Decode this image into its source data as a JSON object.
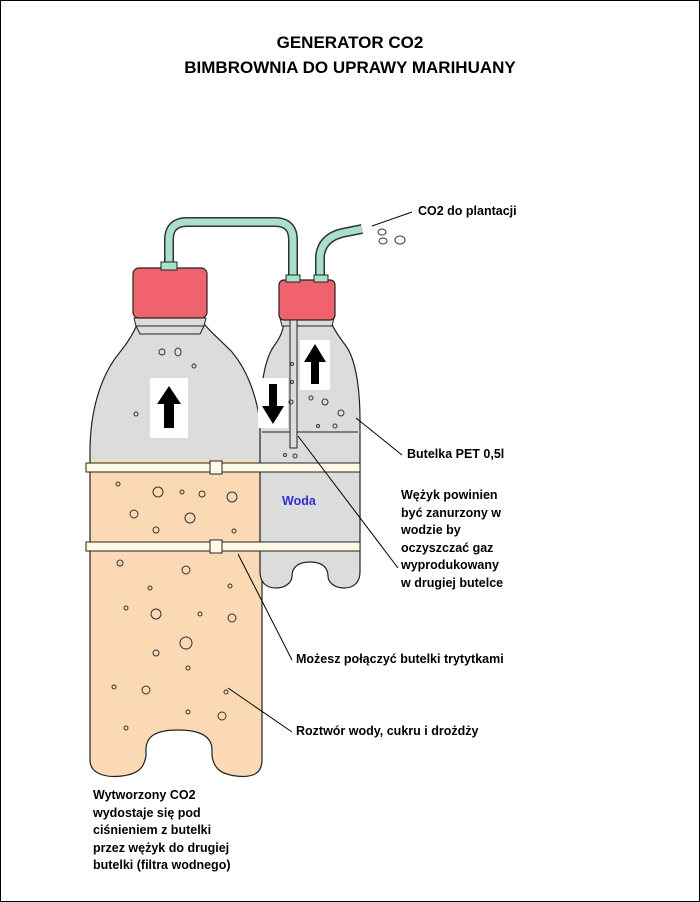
{
  "title": {
    "line1": "GENERATOR CO2",
    "line2": "BIMBROWNIA DO UPRAWY MARIHUANY"
  },
  "labels": {
    "co2_out": "CO2 do plantacji",
    "pet_bottle": "Butelka PET 0,5l",
    "hose_note": [
      "Wężyk powinien",
      "być zanurzony w",
      "wodzie by",
      "oczyszczać gaz",
      "wyprodukowany",
      "w drugiej butelce"
    ],
    "ties": "Możesz połączyć butelki trytytkami",
    "solution": "Roztwór wody, cukru i drożdży",
    "co2_note": [
      "Wytworzony CO2",
      "wydostaje się pod",
      "ciśnieniem z butelki",
      "przez wężyk do drugiej",
      "butelki (filtra wodnego)"
    ],
    "water": "Woda"
  },
  "colors": {
    "liquid": "#fbd9b5",
    "glass": "#dcdcdc",
    "cap": "#f0636e",
    "tube": "#a9e0c8",
    "water_label": "#2f2fd8"
  },
  "icons": {
    "large_arrow": "arrow-up-icon",
    "small_arrow_up": "arrow-up-icon",
    "small_arrow_down": "arrow-down-icon"
  }
}
